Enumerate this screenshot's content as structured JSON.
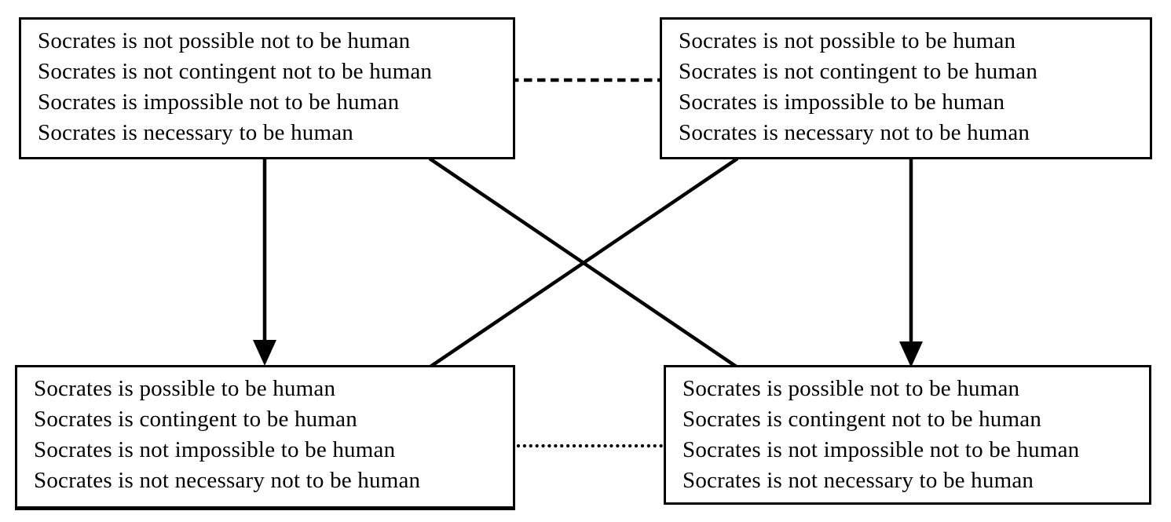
{
  "diagram": {
    "name": "modal square of opposition",
    "background_color": "#ffffff",
    "line_color": "#000000",
    "box_fill_color": "#ffffff",
    "boxes": {
      "top_left": {
        "lines": [
          "Socrates is not possible not to be human",
          "Socrates is not contingent not to be human",
          "Socrates is impossible not to be human",
          "Socrates is necessary to be human"
        ]
      },
      "top_right": {
        "lines": [
          "Socrates is not possible to be human",
          "Socrates is not contingent to be human",
          "Socrates is impossible to be human",
          "Socrates is necessary not to be human"
        ]
      },
      "bottom_left": {
        "lines": [
          "Socrates is possible to be human",
          "Socrates is contingent to be human",
          "Socrates is not impossible to be human",
          "Socrates is not necessary not to be human"
        ]
      },
      "bottom_right": {
        "lines": [
          "Socrates is possible not to be human",
          "Socrates is contingent not to be human",
          "Socrates is not impossible not to be human",
          "Socrates is not necessary to be human"
        ]
      }
    },
    "connectors": [
      {
        "name": "top-horizontal-line",
        "from": "top_left",
        "to": "top_right",
        "style": "dashed",
        "arrow": "none"
      },
      {
        "name": "bottom-horizontal-line",
        "from": "bottom_left",
        "to": "bottom_right",
        "style": "dotted",
        "arrow": "none"
      },
      {
        "name": "left-vertical-arrow",
        "from": "top_left",
        "to": "bottom_left",
        "style": "solid",
        "arrow": "down"
      },
      {
        "name": "right-vertical-arrow",
        "from": "top_right",
        "to": "bottom_right",
        "style": "solid",
        "arrow": "down"
      },
      {
        "name": "diagonal-tl-to-br",
        "from": "top_left",
        "to": "bottom_right",
        "style": "solid",
        "arrow": "none"
      },
      {
        "name": "diagonal-tr-to-bl",
        "from": "top_right",
        "to": "bottom_left",
        "style": "solid",
        "arrow": "none"
      }
    ]
  }
}
